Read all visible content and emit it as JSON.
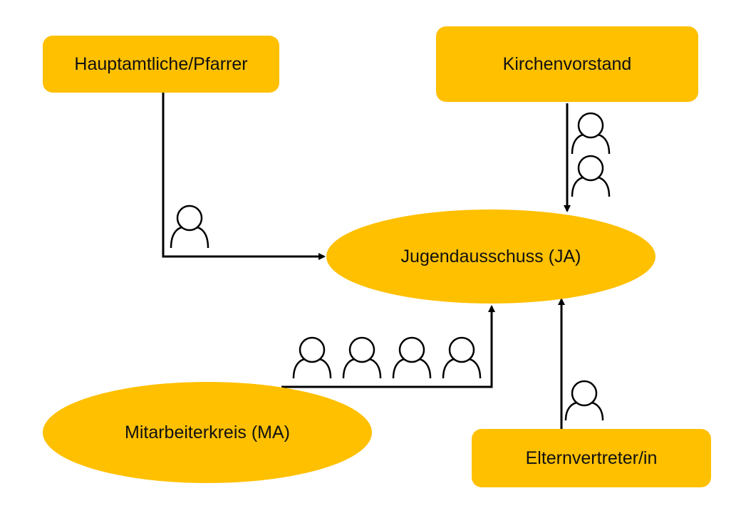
{
  "colors": {
    "node_fill": "#FFC000",
    "line": "#000000",
    "person_stroke": "#000000"
  },
  "nodes": {
    "hauptamtliche": {
      "label": "Hauptamtliche/Pfarrer"
    },
    "kirchenvorstand": {
      "label": "Kirchenvorstand"
    },
    "jugendausschuss": {
      "label": "Jugendausschuss (JA)"
    },
    "mitarbeiterkreis": {
      "label": "Mitarbeiterkreis (MA)"
    },
    "elternvertreter": {
      "label": "Elternvertreter/in"
    }
  },
  "representatives": {
    "hauptamtliche": 1,
    "kirchenvorstand": 2,
    "mitarbeiterkreis": 4,
    "elternvertreter": 1
  },
  "icons": {
    "person": "person-outline-icon"
  }
}
